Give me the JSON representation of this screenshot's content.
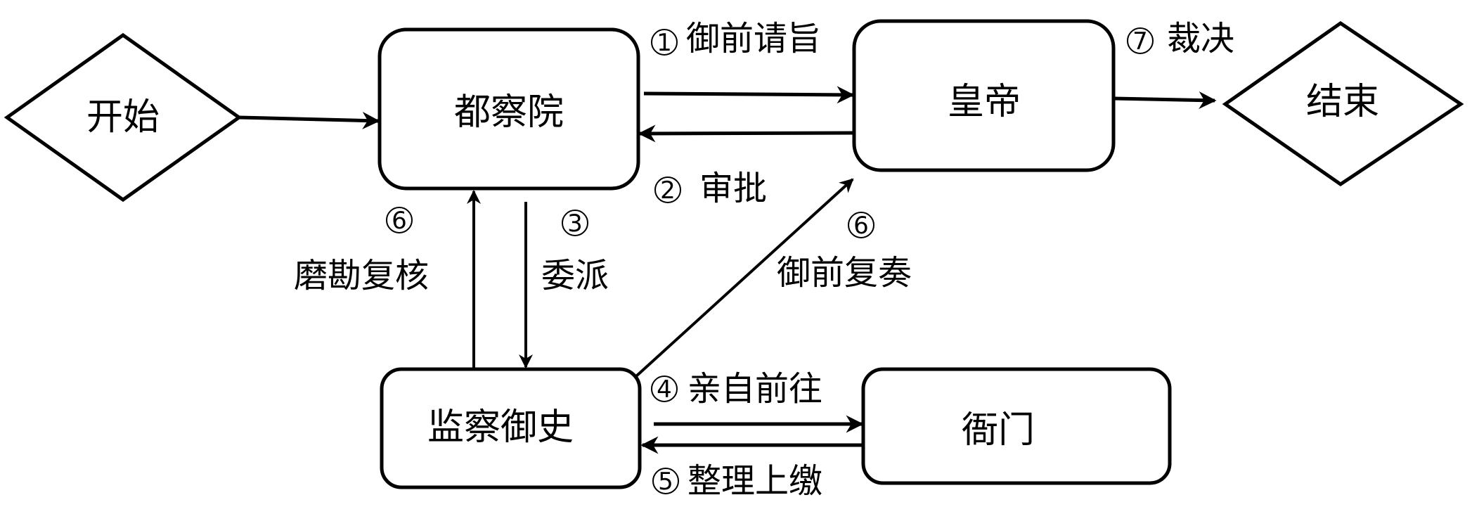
{
  "nodes": {
    "start": {
      "label": "开始",
      "shape": "diamond"
    },
    "duchayuan": {
      "label": "都察院",
      "shape": "rounded-rect"
    },
    "emperor": {
      "label": "皇帝",
      "shape": "rounded-rect"
    },
    "end": {
      "label": "结束",
      "shape": "diamond"
    },
    "censor": {
      "label": "监察御史",
      "shape": "rounded-rect"
    },
    "yamen": {
      "label": "衙门",
      "shape": "rounded-rect"
    }
  },
  "edges": [
    {
      "from": "start",
      "to": "duchayuan",
      "step": "",
      "label": ""
    },
    {
      "from": "duchayuan",
      "to": "emperor",
      "step": "①",
      "label": "御前请旨"
    },
    {
      "from": "emperor",
      "to": "duchayuan",
      "step": "②",
      "label": "审批"
    },
    {
      "from": "duchayuan",
      "to": "censor",
      "step": "③",
      "label": "委派"
    },
    {
      "from": "censor",
      "to": "yamen",
      "step": "④",
      "label": "亲自前往"
    },
    {
      "from": "yamen",
      "to": "censor",
      "step": "⑤",
      "label": "整理上缴"
    },
    {
      "from": "censor",
      "to": "duchayuan",
      "step": "⑥",
      "label": "磨勘复核"
    },
    {
      "from": "censor",
      "to": "emperor",
      "step": "⑥",
      "label": "御前复奏"
    },
    {
      "from": "emperor",
      "to": "end",
      "step": "⑦",
      "label": "裁决"
    }
  ]
}
